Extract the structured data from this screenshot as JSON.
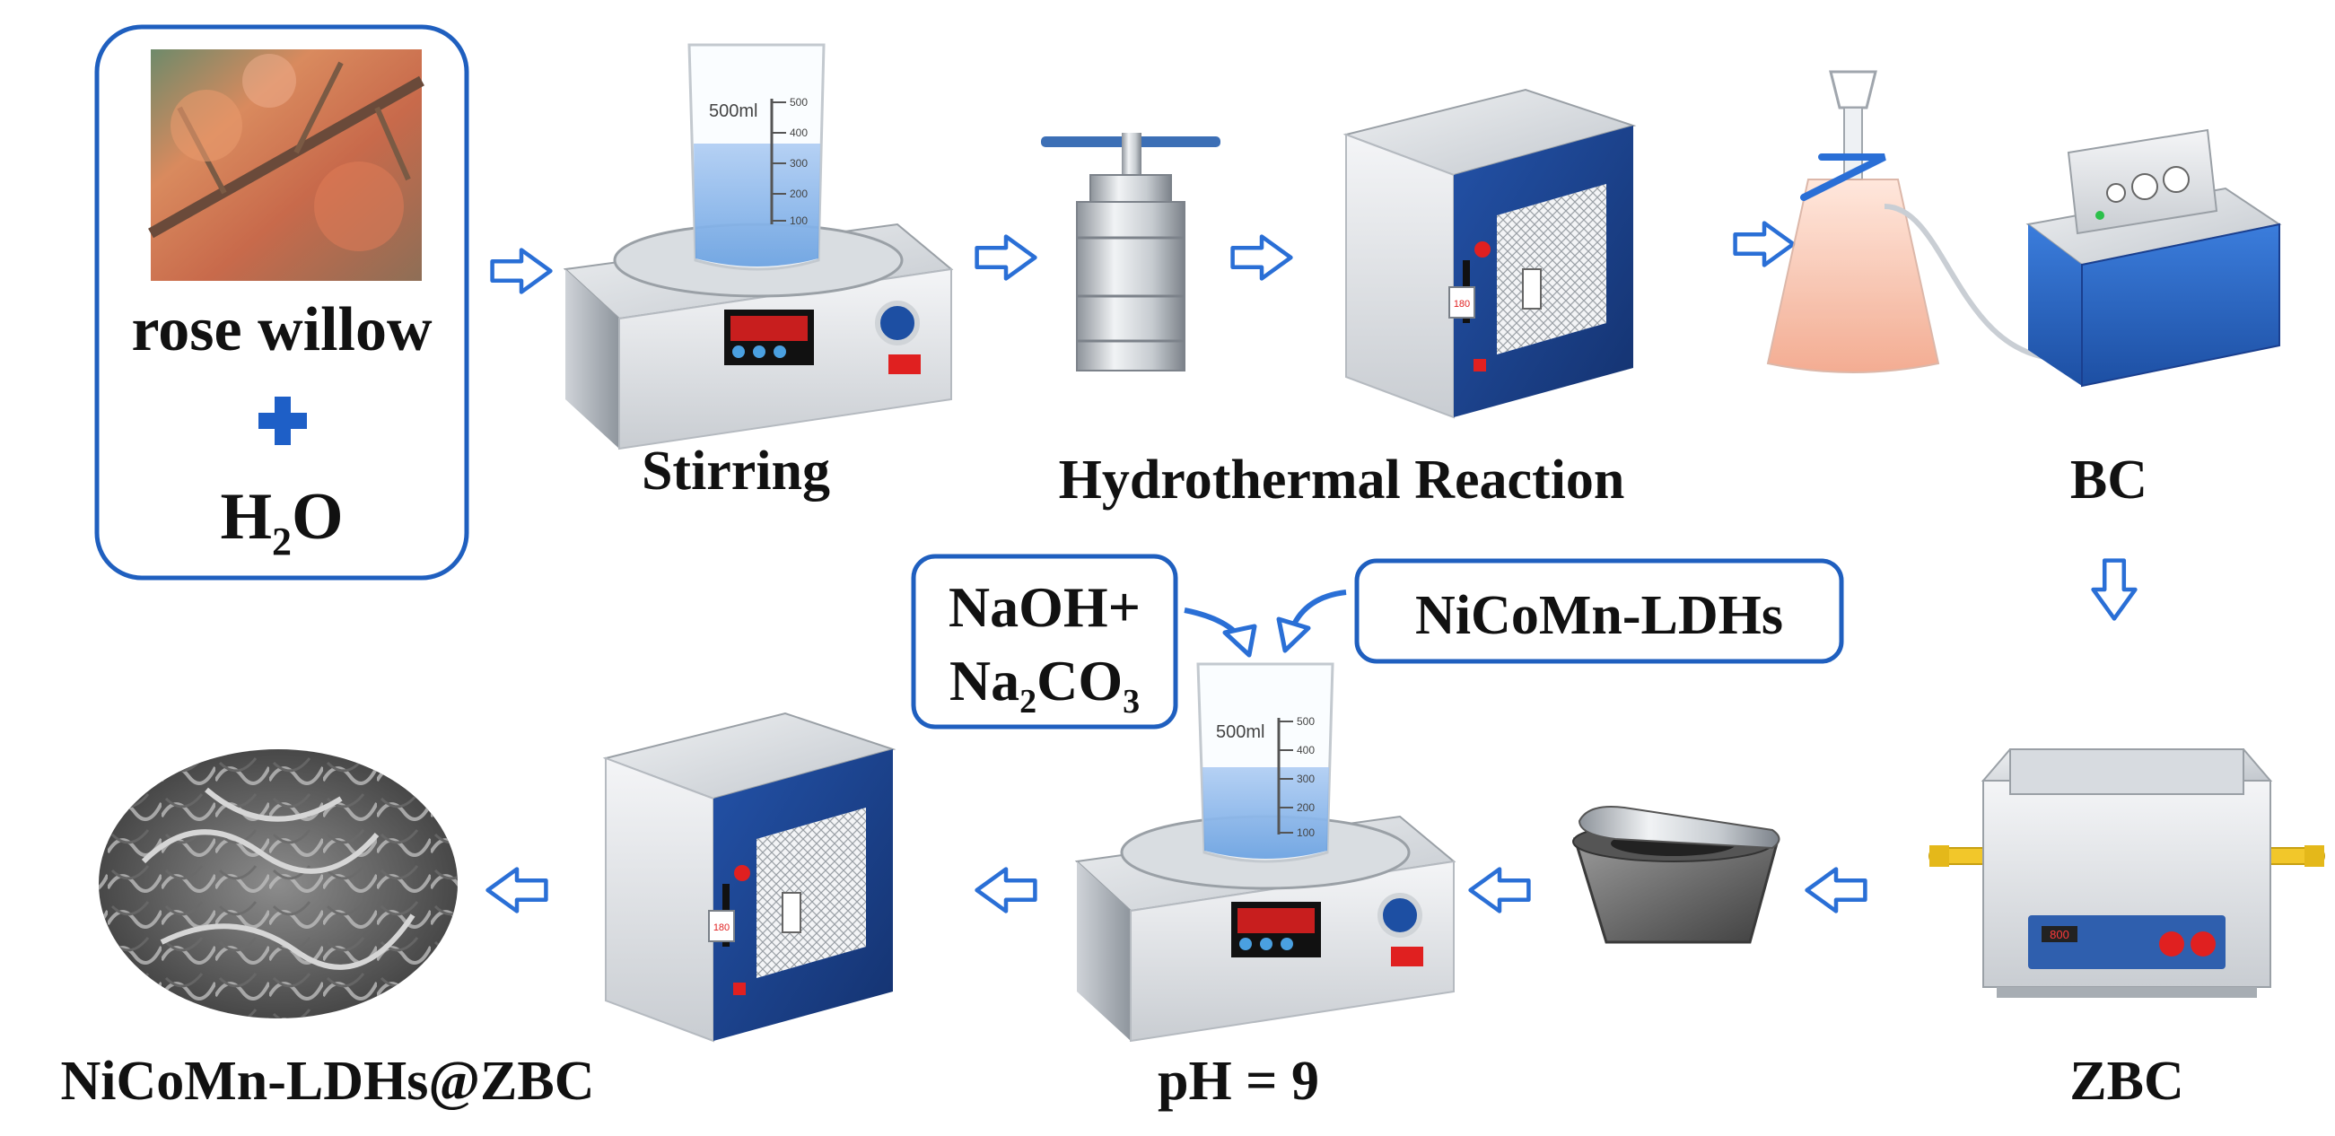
{
  "colors": {
    "accent": "#1f5fbf",
    "arrow": "#2a6fd6",
    "plus": "#1e5fc7",
    "text": "#111111",
    "oven_door": "#1a3f8f",
    "display_red": "#e02020",
    "bath_blue": "#2f6fd0"
  },
  "input": {
    "material": "rose willow",
    "plus_icon": "plus-icon",
    "water": "H",
    "water_sub": "2",
    "water_tail": "O"
  },
  "steps": {
    "stirring": "Stirring",
    "hydrothermal": "Hydrothermal Reaction",
    "bc": "BC",
    "zbc": "ZBC",
    "ph": "pH = 9",
    "product": "NiCoMn-LDHs@ZBC"
  },
  "reagents": {
    "naoh": "NaOH+",
    "na2co3_a": "Na",
    "na2co3_sub1": "2",
    "na2co3_b": "CO",
    "na2co3_sub2": "3",
    "ldhs": "NiCoMn-LDHs"
  },
  "beaker": {
    "volume": "500ml",
    "ticks": [
      "500",
      "400",
      "300",
      "200",
      "100"
    ]
  },
  "displays": {
    "oven_temp": "180",
    "furnace_temp": "800"
  }
}
